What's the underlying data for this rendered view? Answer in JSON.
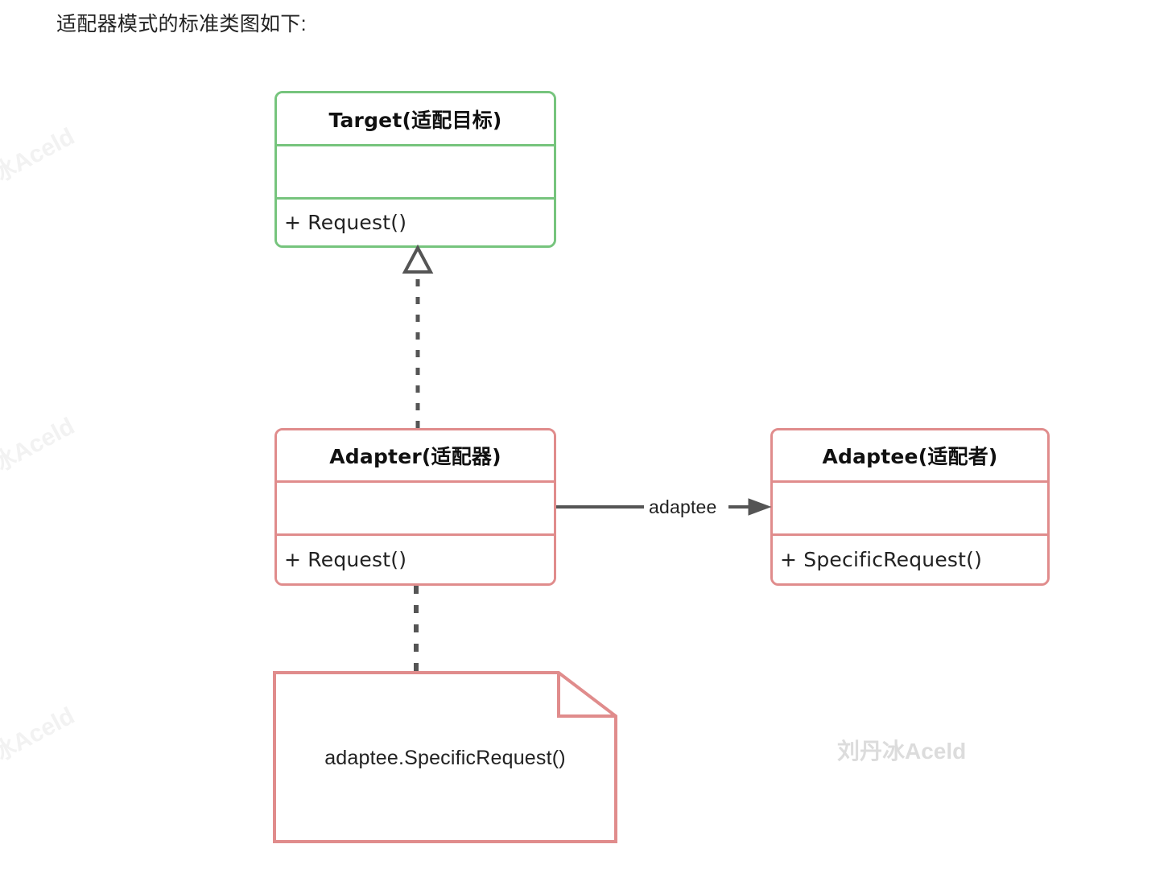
{
  "page": {
    "heading": "适配器模式的标准类图如下:",
    "background": "#ffffff"
  },
  "colors": {
    "target_border": "#76c47d",
    "adapter_border": "#e08c8c",
    "adaptee_border": "#e08c8c",
    "note_border": "#e08c8c",
    "connector": "#555555",
    "text": "#222222",
    "watermark_side": "#f2f2f2",
    "watermark_center": "#dcdcdc"
  },
  "diagram": {
    "type": "uml-class-diagram",
    "classes": [
      {
        "id": "target",
        "name": "Target(适配目标)",
        "attributes": [],
        "methods": [
          "+ Request()"
        ],
        "border_color": "#76c47d"
      },
      {
        "id": "adapter",
        "name": "Adapter(适配器)",
        "attributes": [],
        "methods": [
          "+ Request()"
        ],
        "border_color": "#e08c8c"
      },
      {
        "id": "adaptee",
        "name": "Adaptee(适配者)",
        "attributes": [],
        "methods": [
          "+ SpecificRequest()"
        ],
        "border_color": "#e08c8c"
      }
    ],
    "note": {
      "id": "note-adapter-body",
      "text": "adaptee.SpecificRequest()",
      "border_color": "#e08c8c"
    },
    "relations": [
      {
        "id": "realization-adapter-target",
        "from": "adapter",
        "to": "target",
        "kind": "realization",
        "line": "dashed",
        "arrowhead": "hollow-triangle",
        "label": ""
      },
      {
        "id": "association-adapter-adaptee",
        "from": "adapter",
        "to": "adaptee",
        "kind": "association",
        "line": "solid",
        "arrowhead": "filled-arrow",
        "label": "adaptee"
      },
      {
        "id": "link-adapter-note",
        "from": "adapter",
        "to": "note-adapter-body",
        "kind": "note-link",
        "line": "dashed",
        "arrowhead": "none",
        "label": ""
      }
    ]
  },
  "watermarks": {
    "side": [
      "冰Aceld",
      "冰Aceld",
      "冰Aceld"
    ],
    "center": "刘丹冰Aceld"
  }
}
